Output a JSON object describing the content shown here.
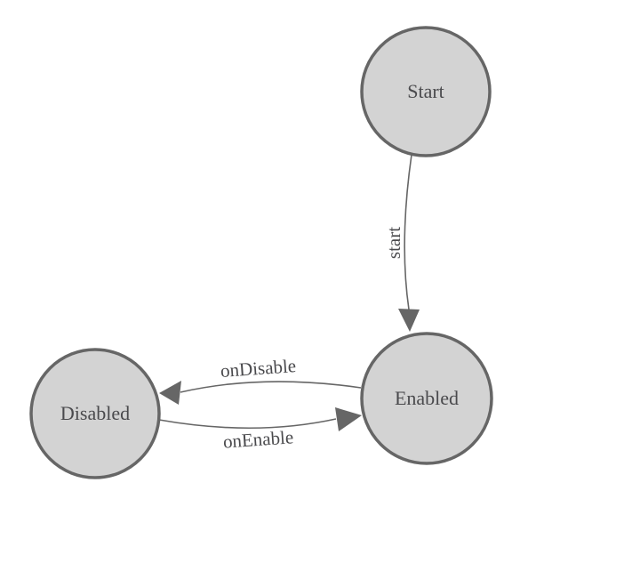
{
  "diagram": {
    "type": "state-machine",
    "nodes": [
      {
        "id": "start",
        "label": "Start"
      },
      {
        "id": "enabled",
        "label": "Enabled"
      },
      {
        "id": "disabled",
        "label": "Disabled"
      }
    ],
    "edges": [
      {
        "from": "Start",
        "to": "Enabled",
        "label": "start"
      },
      {
        "from": "Enabled",
        "to": "Disabled",
        "label": "onDisable"
      },
      {
        "from": "Disabled",
        "to": "Enabled",
        "label": "onEnable"
      }
    ]
  },
  "colors": {
    "background": "#ffffff",
    "node_fill": "#d3d3d3",
    "node_stroke": "#666666",
    "edge_color": "#666666",
    "label_color": "#4a4a4d"
  }
}
